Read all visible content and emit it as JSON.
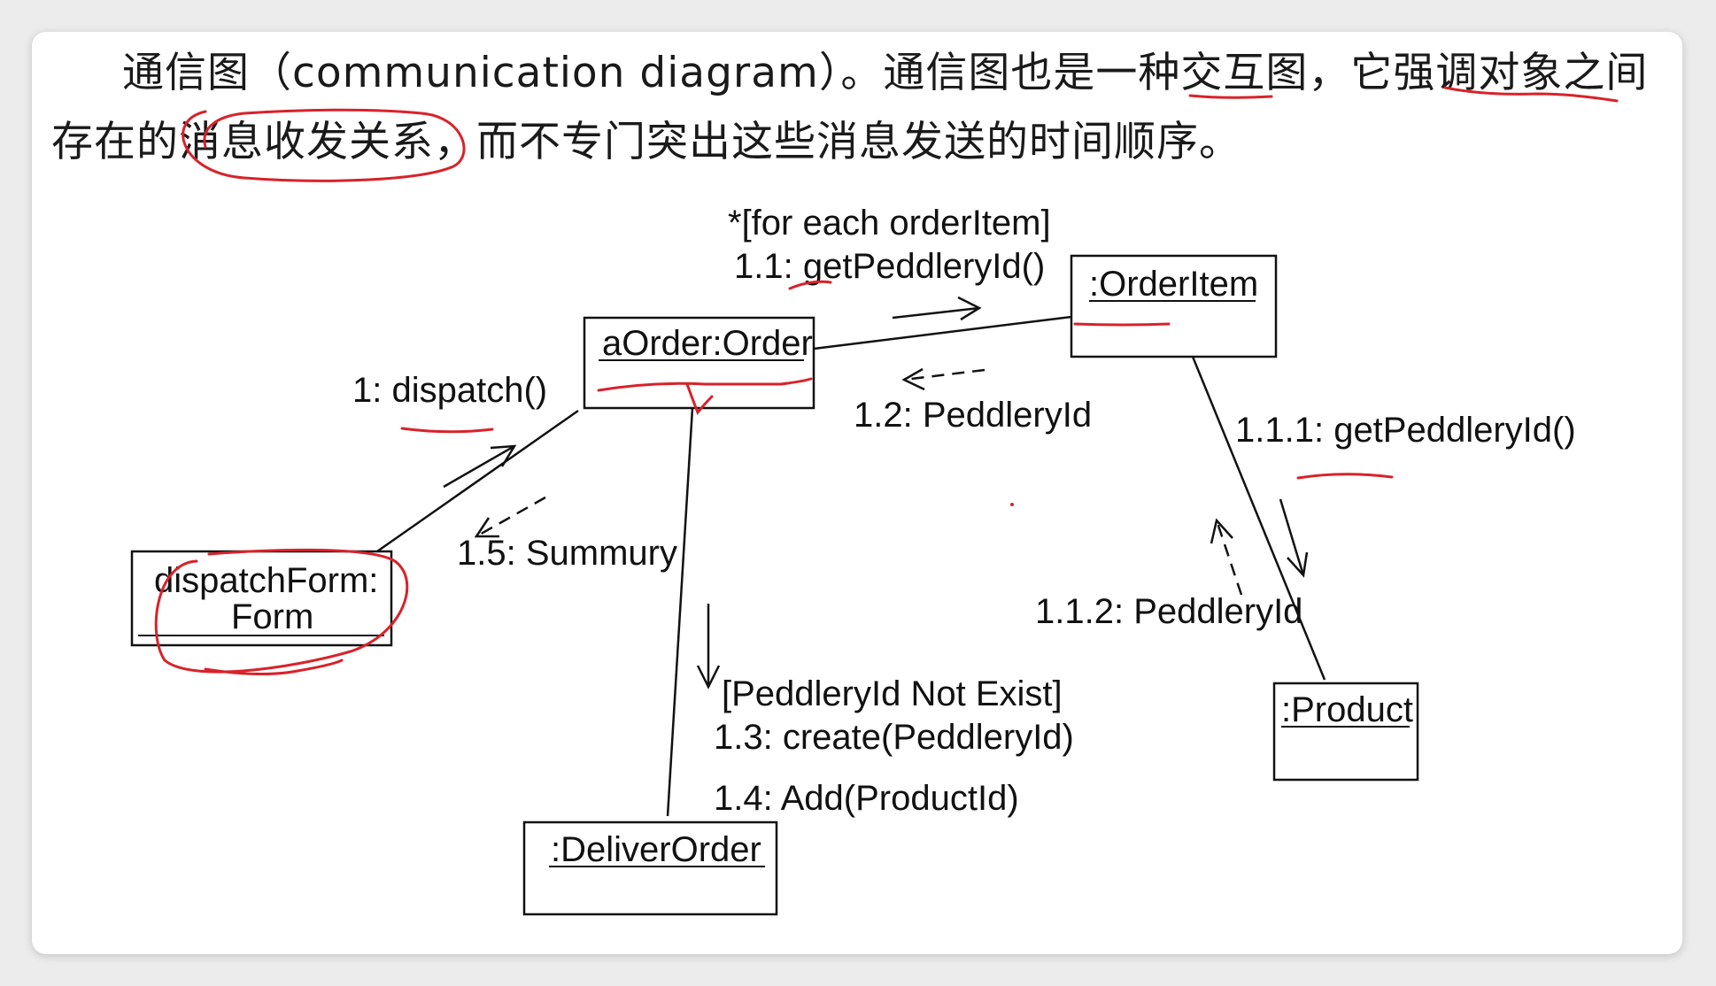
{
  "paragraph": {
    "text": "通信图（communication diagram）。通信图也是一种交互图，它强调对象之间存在的消息收发关系，而不专门突出这些消息发送的时间顺序。"
  },
  "objects": {
    "order": ":aOrder:Order",
    "order_display": "aOrder:Order",
    "orderitem": ":OrderItem",
    "dispatchform_line1": "dispatchForm:",
    "dispatchform_line2": "Form",
    "product": ":Product",
    "deliverorder": ":DeliverOrder"
  },
  "messages": {
    "for_each": "*[for each orderItem]",
    "m1_1": "1.1: getPeddleryId()",
    "m1": "1: dispatch()",
    "m1_2": "1.2: PeddleryId",
    "m1_1_1": "1.1.1: getPeddleryId()",
    "m1_5": "1.5: Summury",
    "m1_1_2": "1.1.2: PeddleryId",
    "guard": "[PeddleryId Not Exist]",
    "m1_3": "1.3: create(PeddleryId)",
    "m1_4": "1.4: Add(ProductId)"
  },
  "colors": {
    "annotation": "#d8222a",
    "ink": "#111111"
  }
}
